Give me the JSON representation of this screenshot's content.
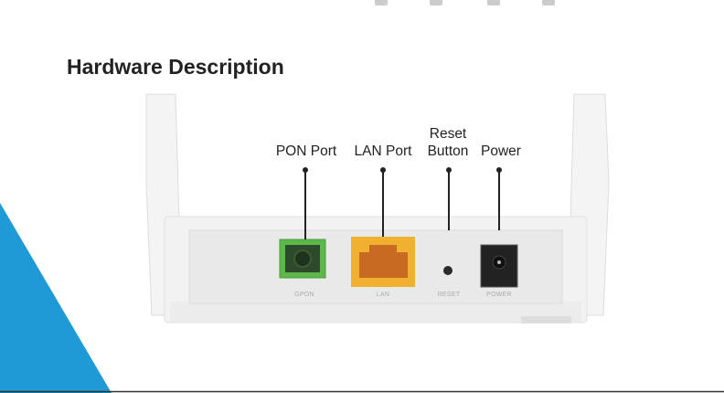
{
  "header": {
    "title": "Hardware Description"
  },
  "callouts": {
    "pon": "PON Port",
    "lan": "LAN Port",
    "reset_line1": "Reset",
    "reset_line2": "Button",
    "power": "Power"
  },
  "port_labels": {
    "gpon": "GPON",
    "lan": "LAN",
    "reset": "RESET",
    "power": "POWER"
  },
  "colors": {
    "accent": "#1f9ad6",
    "pon": "#5cb84a",
    "lan": "#f0b030"
  }
}
